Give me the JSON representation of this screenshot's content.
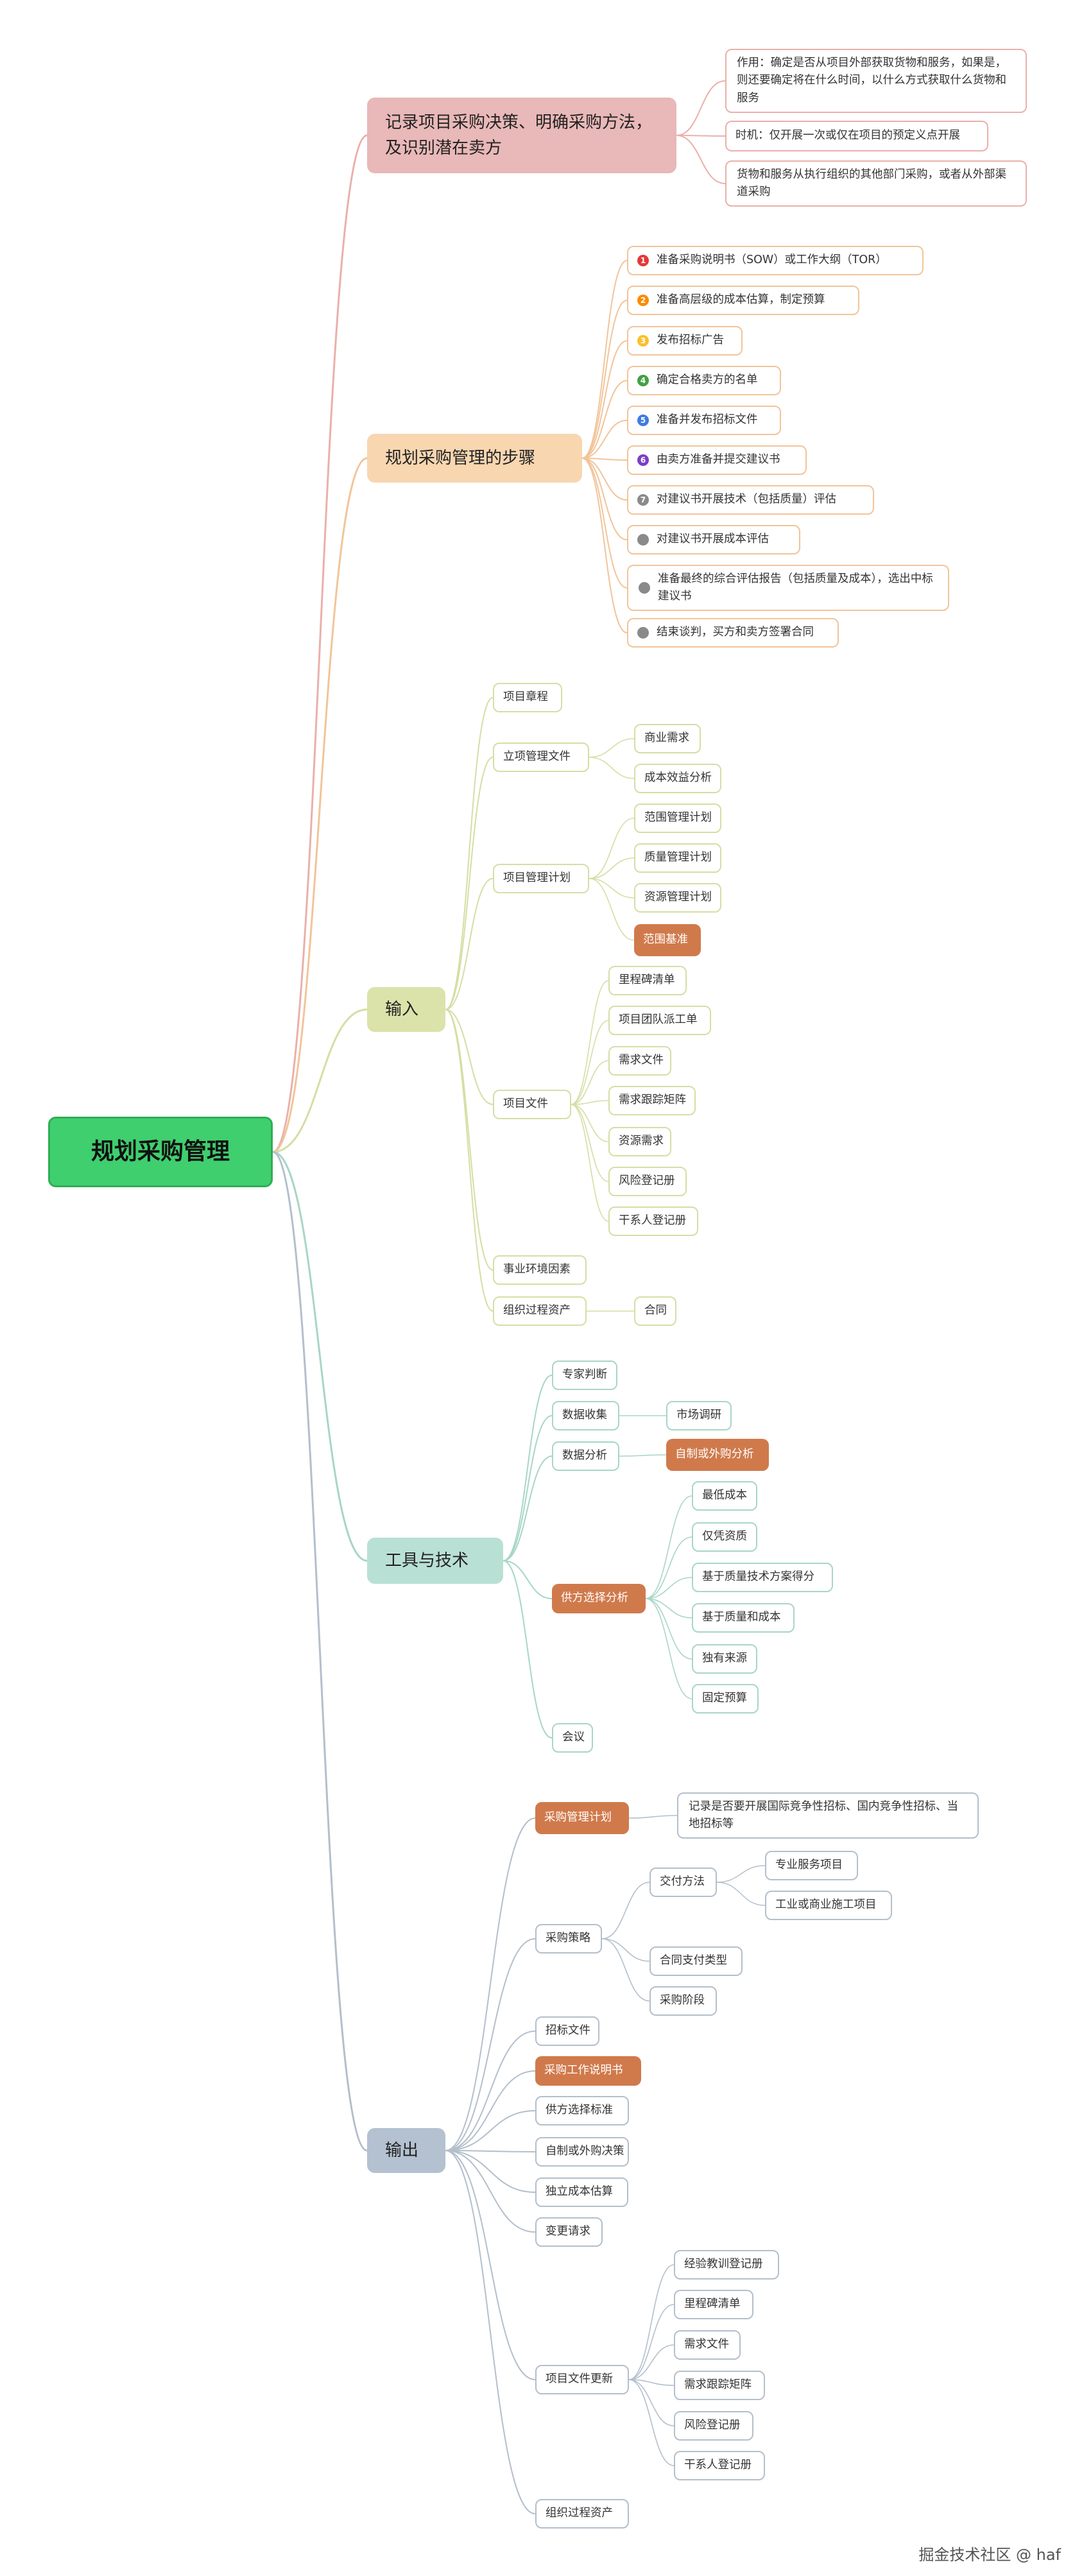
{
  "root": {
    "label": "规划采购管理",
    "color": "#3fcf6e"
  },
  "branches": [
    {
      "label": "记录项目采购决策、明确采购方法，及识别潜在卖方",
      "color": "#e9b8b8",
      "line": "#eab0ab",
      "children": [
        {
          "label": "作用：确定是否从项目外部获取货物和服务，如果是，则还要确定将在什么时间，以什么方式获取什么货物和服务"
        },
        {
          "label": "时机：仅开展一次或仅在项目的预定义点开展"
        },
        {
          "label": "货物和服务从执行组织的其他部门采购，或者从外部渠道采购"
        }
      ]
    },
    {
      "label": "规划采购管理的步骤",
      "color": "#f7d6b0",
      "line": "#f2c49a",
      "children": [
        {
          "label": "准备采购说明书（SOW）或工作大纲（TOR）",
          "badge": "1",
          "badge_color": "#e53935"
        },
        {
          "label": "准备高层级的成本估算，制定预算",
          "badge": "2",
          "badge_color": "#fb8c00"
        },
        {
          "label": "发布招标广告",
          "badge": "3",
          "badge_color": "#fbc02d"
        },
        {
          "label": "确定合格卖方的名单",
          "badge": "4",
          "badge_color": "#43a047"
        },
        {
          "label": "准备并发布招标文件",
          "badge": "5",
          "badge_color": "#3f7be0"
        },
        {
          "label": "由卖方准备并提交建议书",
          "badge": "6",
          "badge_color": "#7b3fc4"
        },
        {
          "label": "对建议书开展技术（包括质量）评估",
          "badge": "7",
          "badge_color": "#8a8a8a"
        },
        {
          "label": "对建议书开展成本评估",
          "badge": "",
          "badge_color": "#8a8a8a"
        },
        {
          "label": "准备最终的综合评估报告（包括质量及成本），选出中标建议书",
          "badge": "",
          "badge_color": "#8a8a8a"
        },
        {
          "label": "结束谈判，买方和卖方签署合同",
          "badge": "",
          "badge_color": "#8a8a8a"
        }
      ]
    },
    {
      "label": "输入",
      "color": "#dbe3aa",
      "line": "#d5dea4",
      "children": [
        {
          "label": "项目章程"
        },
        {
          "label": "立项管理文件",
          "children": [
            {
              "label": "商业需求"
            },
            {
              "label": "成本效益分析"
            }
          ]
        },
        {
          "label": "项目管理计划",
          "children": [
            {
              "label": "范围管理计划"
            },
            {
              "label": "质量管理计划"
            },
            {
              "label": "资源管理计划"
            },
            {
              "label": "范围基准",
              "highlight": true
            }
          ]
        },
        {
          "label": "项目文件",
          "children": [
            {
              "label": "里程碑清单"
            },
            {
              "label": "项目团队派工单"
            },
            {
              "label": "需求文件"
            },
            {
              "label": "需求跟踪矩阵"
            },
            {
              "label": "资源需求"
            },
            {
              "label": "风险登记册"
            },
            {
              "label": "干系人登记册"
            }
          ]
        },
        {
          "label": "事业环境因素"
        },
        {
          "label": "组织过程资产",
          "children": [
            {
              "label": "合同"
            }
          ]
        }
      ]
    },
    {
      "label": "工具与技术",
      "color": "#b9e0d4",
      "line": "#a8d6c6",
      "children": [
        {
          "label": "专家判断"
        },
        {
          "label": "数据收集",
          "children": [
            {
              "label": "市场调研"
            }
          ]
        },
        {
          "label": "数据分析",
          "children": [
            {
              "label": "自制或外购分析",
              "highlight": true
            }
          ]
        },
        {
          "label": "供方选择分析",
          "highlight": true,
          "children": [
            {
              "label": "最低成本"
            },
            {
              "label": "仅凭资质"
            },
            {
              "label": "基于质量技术方案得分"
            },
            {
              "label": "基于质量和成本"
            },
            {
              "label": "独有来源"
            },
            {
              "label": "固定预算"
            }
          ]
        },
        {
          "label": "会议"
        }
      ]
    },
    {
      "label": "输出",
      "color": "#b3c1d0",
      "line": "#b3bfcc",
      "children": [
        {
          "label": "采购管理计划",
          "highlight": true,
          "children": [
            {
              "label": "记录是否要开展国际竞争性招标、国内竞争性招标、当地招标等"
            }
          ]
        },
        {
          "label": "采购策略",
          "children": [
            {
              "label": "交付方法",
              "children": [
                {
                  "label": "专业服务项目"
                },
                {
                  "label": "工业或商业施工项目"
                }
              ]
            },
            {
              "label": "合同支付类型"
            },
            {
              "label": "采购阶段"
            }
          ]
        },
        {
          "label": "招标文件"
        },
        {
          "label": "采购工作说明书",
          "highlight": true
        },
        {
          "label": "供方选择标准"
        },
        {
          "label": "自制或外购决策"
        },
        {
          "label": "独立成本估算"
        },
        {
          "label": "变更请求"
        },
        {
          "label": "项目文件更新",
          "children": [
            {
              "label": "经验教训登记册"
            },
            {
              "label": "里程碑清单"
            },
            {
              "label": "需求文件"
            },
            {
              "label": "需求跟踪矩阵"
            },
            {
              "label": "风险登记册"
            },
            {
              "label": "干系人登记册"
            }
          ]
        },
        {
          "label": "组织过程资产"
        }
      ]
    }
  ],
  "highlight_color": "#d07a4c",
  "watermark": "掘金技术社区 @ haf"
}
